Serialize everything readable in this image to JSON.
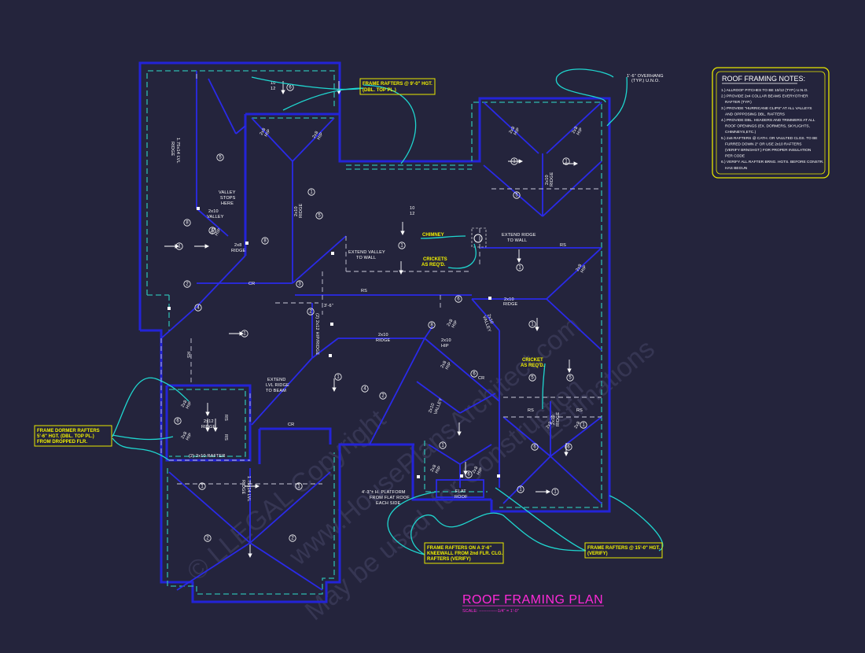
{
  "colors": {
    "background": "#24243c",
    "wall": "#2323d8",
    "ridge": "#2a2ae8",
    "overhang": "#2fb9b0",
    "leader": "#1fd6cf",
    "note_box": "#e8e800",
    "title": "#ff2ad8"
  },
  "title": {
    "main": "ROOF FRAMING PLAN",
    "scale": "SCALE: -------------1/4\" = 1'-0\""
  },
  "notes": {
    "heading": "ROOF FRAMING NOTES:",
    "lines": [
      "1.) ALLROOF PITCHES TO BE 10/12 (TYP.) U.N.O.",
      "2.) PROVIDE 2x4 COLLAR BEAMS EVERYOTHER",
      "RAFTER (TYP.)",
      "3.) PROVIDE \"HURRICANE CLIPS\" AT ALL VALLEYS",
      "AND OPPPOSING DBL. RAFTERS",
      "4.) PROVIDE DBL. HEADERS AND TRIMMERS AT ALL",
      "ROOF OPENINGS (EX. DORMERS, SKYLIGHTS,",
      "CHIMNEYS,ETC.)",
      "5.) 2x6 RAFTERS @ CATH. OR VAULTED CLGS. TO BE",
      "FURRED DOWN 2\" OR USE 2x10 RAFTERS",
      "(VERIFY BRNGHGT.) FOR PROPER INSULATION",
      "PER CODE",
      "6.) VERIFY ALL RAFTER BRNG. HGTS. BEFORE CONSTR.",
      "HAS BEGUN"
    ]
  },
  "callouts": {
    "top_frame": [
      "FRAME RAFTERS @ 9'-0\" HGT.",
      "(DBL. TOP PL.)"
    ],
    "dormer_frame": [
      "FRAME DORMER RAFTERS",
      "5'-6\" HGT. (DBL. TOP PL.)",
      "FROM DROPPED FLR."
    ],
    "kneewall": [
      "FRAME RAFTERS ON A 3'-6\"",
      "KNEEWALL FROM 2nd FLR. CLG.",
      "RAFTERS (VERIFY)"
    ],
    "frame_15": [
      "FRAME RAFTERS @ 15'-0\" HGT.",
      "(VERIFY)"
    ],
    "overhang": [
      "1'-6\" OVERHANG",
      "(TYP.) U.N.O."
    ],
    "chimney": "CHIMNEY",
    "crickets": [
      "CRICKETS",
      "AS REQ'D."
    ],
    "cricket": [
      "CRICKET",
      "AS REQ'D."
    ]
  },
  "labels": {
    "valley_stops": [
      "VALLEY",
      "STOPS",
      "HERE"
    ],
    "extend_valley": [
      "EXTEND VALLEY",
      "TO WALL"
    ],
    "extend_ridge": [
      "EXTEND RIDGE",
      "TO WALL"
    ],
    "extend_lvl": [
      "EXTEND",
      "LVL RIDGE",
      "TO BEAM"
    ],
    "platform": [
      "4'-3\"± H. PLATFORM",
      "FROM FLAT ROOF",
      "EACH SIDE"
    ],
    "flat_roof": [
      "FLAT",
      "ROOF"
    ],
    "rafter_2x10": "(2) 2x10 RAFTER",
    "dim_3_6": "3'-6\"",
    "ridge_2x12": [
      "2x12",
      "RIDGE"
    ],
    "ridge_2x10": [
      "2x10",
      "RIDGE"
    ],
    "valley_2x10": [
      "2x10",
      "VALLEY"
    ],
    "hip_2x10": [
      "2x10",
      "HIP"
    ],
    "hip_2x8": [
      "2x8",
      "HIP"
    ],
    "ridge_2x8": [
      "2x8",
      "RIDGE"
    ],
    "lvl_ridge_left": [
      "1.75x14 LVL",
      "RIDGE"
    ],
    "lvl_ridge_bottom": [
      "1.75x14 LVL",
      "RIDGE"
    ],
    "hip_ridge": "(2) 2x12 HIP/RIDGE",
    "cr": "CR",
    "rs": "RS",
    "pitch": [
      "10",
      "12"
    ]
  },
  "watermark": [
    "© LLEGAL Copyright",
    "www.HousePlansArchitect.com",
    "for Construction",
    "May be used",
    "Estimations"
  ]
}
